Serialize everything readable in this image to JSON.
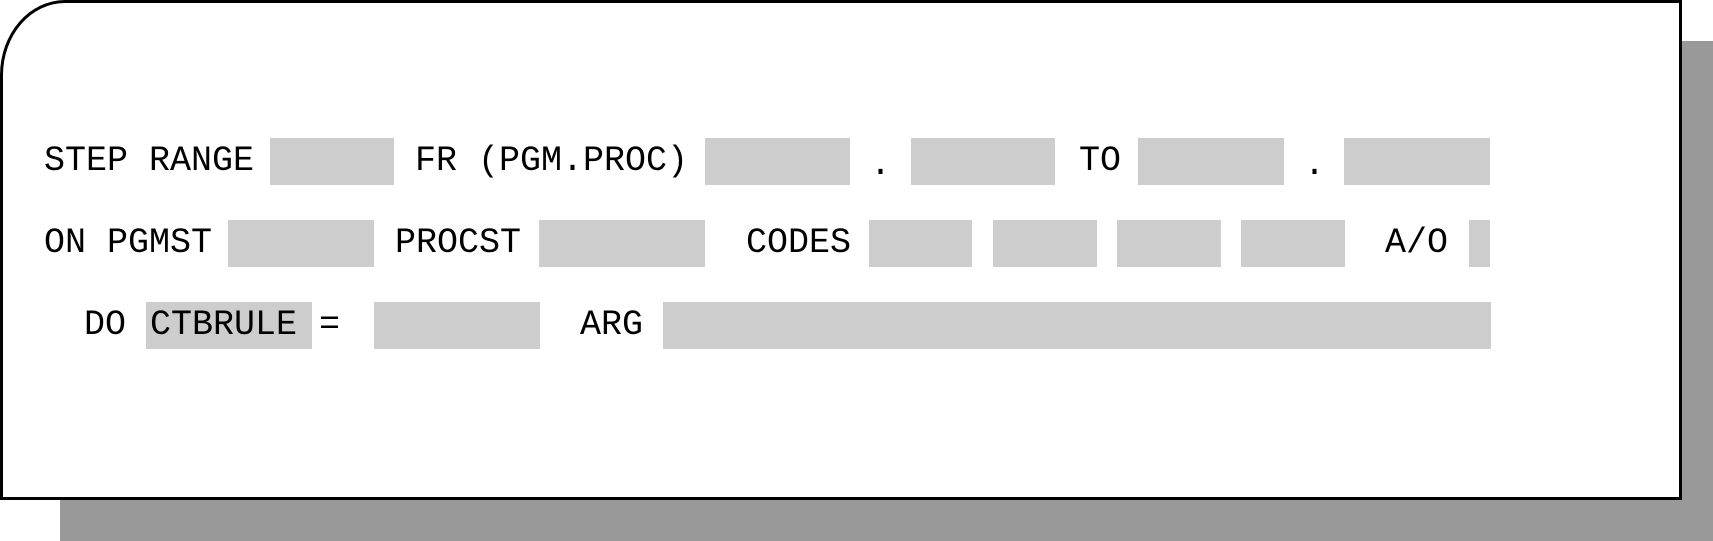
{
  "row1": {
    "step_range_label": "STEP RANGE",
    "fr_label": "FR (PGM.PROC)",
    "dot1": ".",
    "to_label": "TO",
    "dot2": "."
  },
  "row2": {
    "on_pgmst_label": "ON PGMST",
    "procst_label": "PROCST",
    "codes_label": "CODES",
    "ao_label": "A/O"
  },
  "row3": {
    "do_label": "DO",
    "do_action_value": "CTBRULE",
    "equals_label": "=",
    "arg_label": "ARG"
  },
  "colors": {
    "field": "#cdcdcd",
    "shadow": "#999999",
    "border": "#000000"
  }
}
